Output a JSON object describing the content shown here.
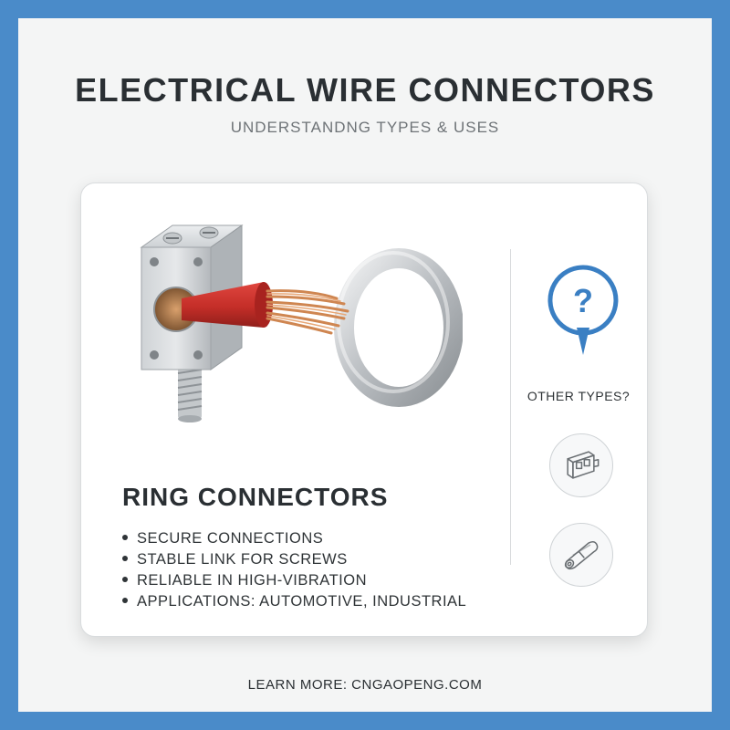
{
  "header": {
    "title": "ELECTRICAL WIRE CONNECTORS",
    "subtitle": "UNDERSTANDNG TYPES & USES"
  },
  "card": {
    "illustration_icon": "ring-terminal-connector-icon",
    "heading": "RING CONNECTORS",
    "bullets": [
      "SECURE CONNECTIONS",
      "STABLE LINK FOR SCREWS",
      "RELIABLE IN HIGH-VIBRATION",
      "APPLICATIONS: AUTOMOTIVE, INDUSTRIAL"
    ]
  },
  "sidebar": {
    "marker_icon": "question-marker-icon",
    "marker_text": "?",
    "label": "OTHER TYPES?",
    "icons": [
      "plug-connector-icon",
      "butt-splice-connector-icon"
    ]
  },
  "footer": {
    "text": "LEARN MORE: CNGAOPENG.COM"
  },
  "colors": {
    "border": "#4a8bc9",
    "accent": "#3a7fc3",
    "wire_insulation": "#c9302c",
    "copper": "#d08a55"
  }
}
